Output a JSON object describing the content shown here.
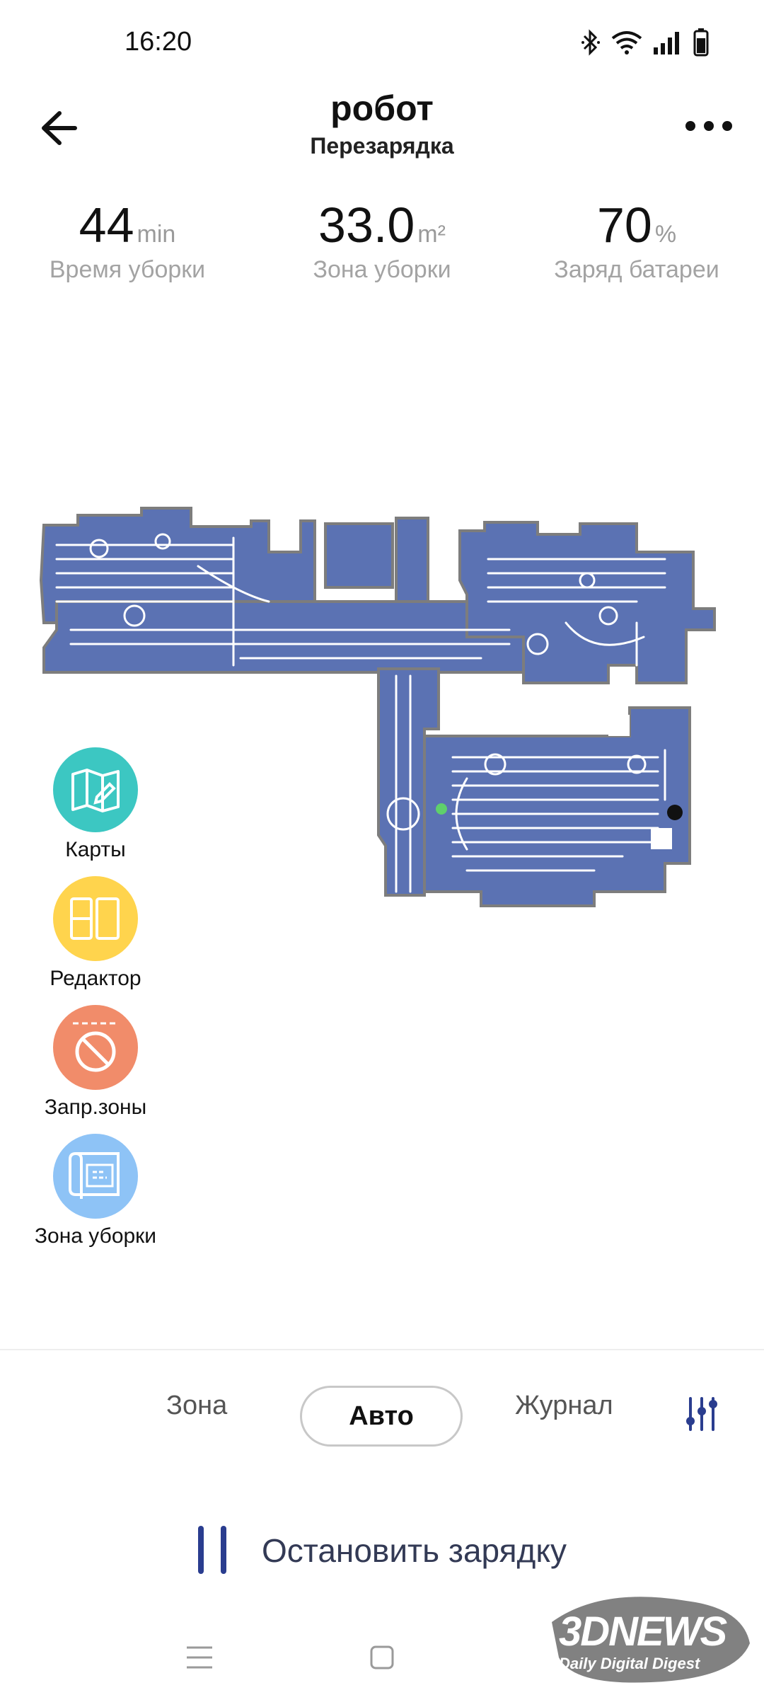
{
  "status_bar": {
    "time": "16:20"
  },
  "header": {
    "title": "робот",
    "subtitle": "Перезарядка"
  },
  "stats": [
    {
      "value": "44",
      "unit": "min",
      "label": "Время уборки"
    },
    {
      "value": "33.0",
      "unit": "m²",
      "label": "Зона уборки"
    },
    {
      "value": "70",
      "unit": "%",
      "label": "Заряд батареи"
    }
  ],
  "tools": [
    {
      "label": "Карты",
      "color": "#3cc7c2",
      "icon": "map-icon"
    },
    {
      "label": "Редактор",
      "color": "#ffd44d",
      "icon": "editor-icon"
    },
    {
      "label": "Запр.зоны",
      "color": "#f18c6a",
      "icon": "no-go-icon"
    },
    {
      "label": "Зона уборки",
      "color": "#8ec3f6",
      "icon": "zone-plan-icon"
    }
  ],
  "mode_tabs": {
    "zone": "Зона",
    "auto": "Авто",
    "log": "Журнал"
  },
  "action": {
    "stop_charging": "Остановить зарядку"
  },
  "watermark": {
    "brand": "3DNEWS",
    "tagline": "Daily Digital Digest"
  },
  "colors": {
    "map_fill": "#5b72b3",
    "map_line": "#ffffff",
    "accent": "#2a3d8f"
  }
}
